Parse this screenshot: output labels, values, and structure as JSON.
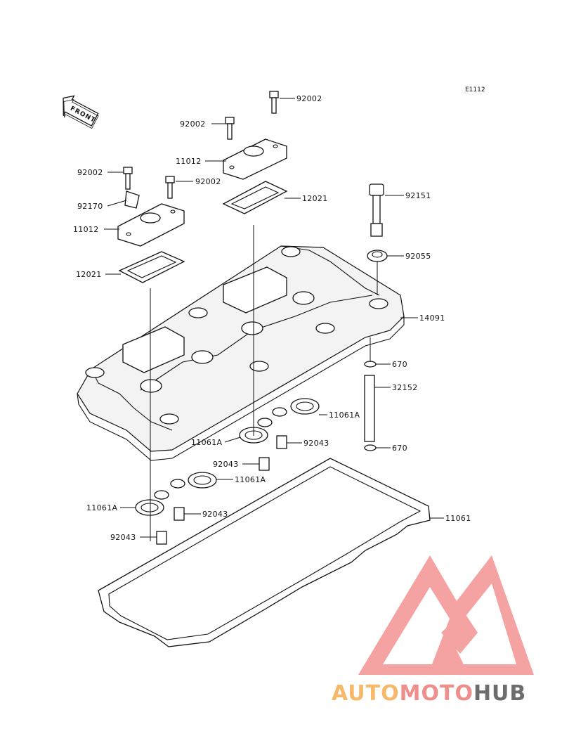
{
  "diagram_code": "E1112",
  "front_label": "FRONT",
  "brand": {
    "part1": "AUTO",
    "part2": "MOTO",
    "part3": "HUB"
  },
  "colors": {
    "brand_orange": "#f6b86a",
    "brand_red": "#ef8f8c",
    "brand_gray": "#6d6d6d",
    "watermark": "#f39a98"
  },
  "labels": [
    {
      "id": "92002_top",
      "text": "92002"
    },
    {
      "id": "92002_mid",
      "text": "92002"
    },
    {
      "id": "11012_right",
      "text": "11012"
    },
    {
      "id": "92002_left",
      "text": "92002"
    },
    {
      "id": "92002_left2",
      "text": "92002"
    },
    {
      "id": "92170",
      "text": "92170"
    },
    {
      "id": "11012_left",
      "text": "11012"
    },
    {
      "id": "12021_right",
      "text": "12021"
    },
    {
      "id": "12021_left",
      "text": "12021"
    },
    {
      "id": "92151",
      "text": "92151"
    },
    {
      "id": "92055",
      "text": "92055"
    },
    {
      "id": "14091",
      "text": "14091"
    },
    {
      "id": "670_top",
      "text": "670"
    },
    {
      "id": "32152",
      "text": "32152"
    },
    {
      "id": "670_bot",
      "text": "670"
    },
    {
      "id": "11061A_r",
      "text": "11061A"
    },
    {
      "id": "11061A_c",
      "text": "11061A"
    },
    {
      "id": "92043_r",
      "text": "92043"
    },
    {
      "id": "92043_c",
      "text": "92043"
    },
    {
      "id": "11061A_m",
      "text": "11061A"
    },
    {
      "id": "11061A_l",
      "text": "11061A"
    },
    {
      "id": "92043_m",
      "text": "92043"
    },
    {
      "id": "92043_l",
      "text": "92043"
    },
    {
      "id": "11061",
      "text": "11061"
    }
  ]
}
